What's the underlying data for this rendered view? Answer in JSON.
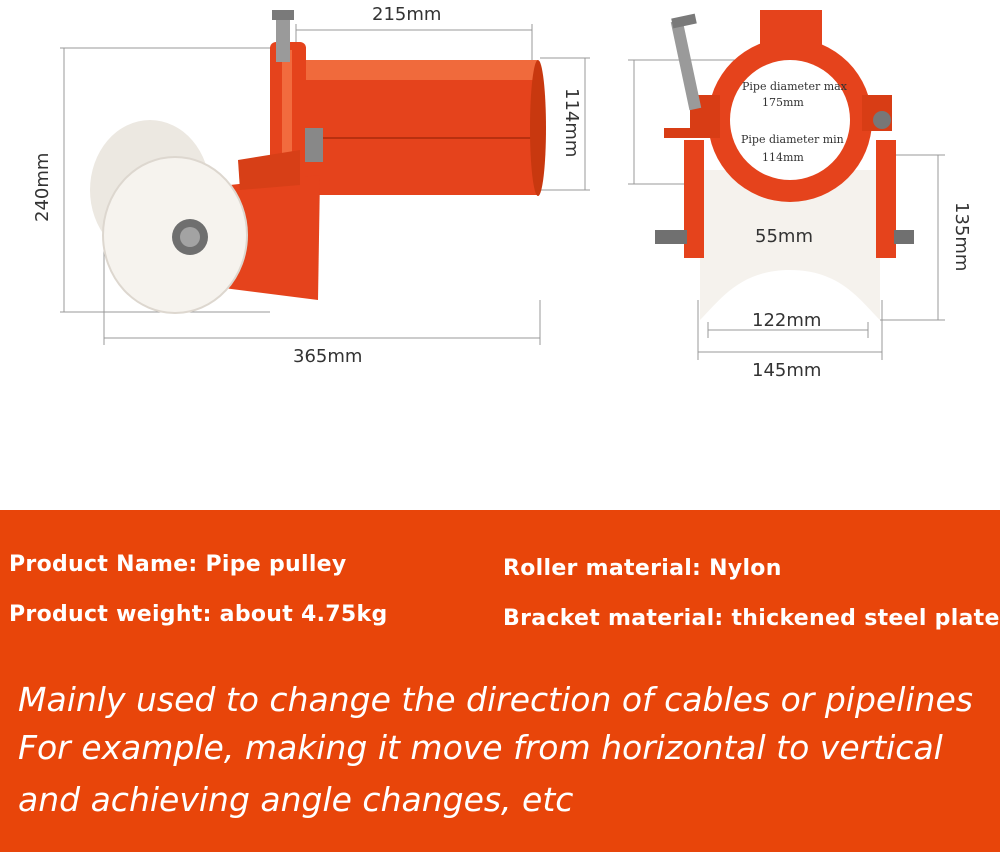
{
  "dimensions": {
    "length_top": "215mm",
    "height_left": "240mm",
    "tube_dia": "114mm",
    "total_length": "365mm",
    "pipe_max_label": "Pipe diameter max",
    "pipe_max_value": "175mm",
    "pipe_min_label": "Pipe diameter min",
    "pipe_min_value": "114mm",
    "roller_height": "135mm",
    "roller_groove": "55mm",
    "roller_inner": "122mm",
    "roller_outer": "145mm"
  },
  "specs": {
    "product_name": "Product Name: Pipe pulley",
    "product_weight": "Product weight: about 4.75kg",
    "roller_material": "Roller material: Nylon",
    "bracket_material": "Bracket material: thickened steel plate"
  },
  "description": {
    "line1": "Mainly used to change the direction of cables or pipelines",
    "line2": "For example, making it move from horizontal to vertical",
    "line3": "and achieving angle changes, etc"
  },
  "colors": {
    "panel": "#e8450a",
    "bracket": "#e5431c",
    "nylon": "#f4f1ec"
  }
}
